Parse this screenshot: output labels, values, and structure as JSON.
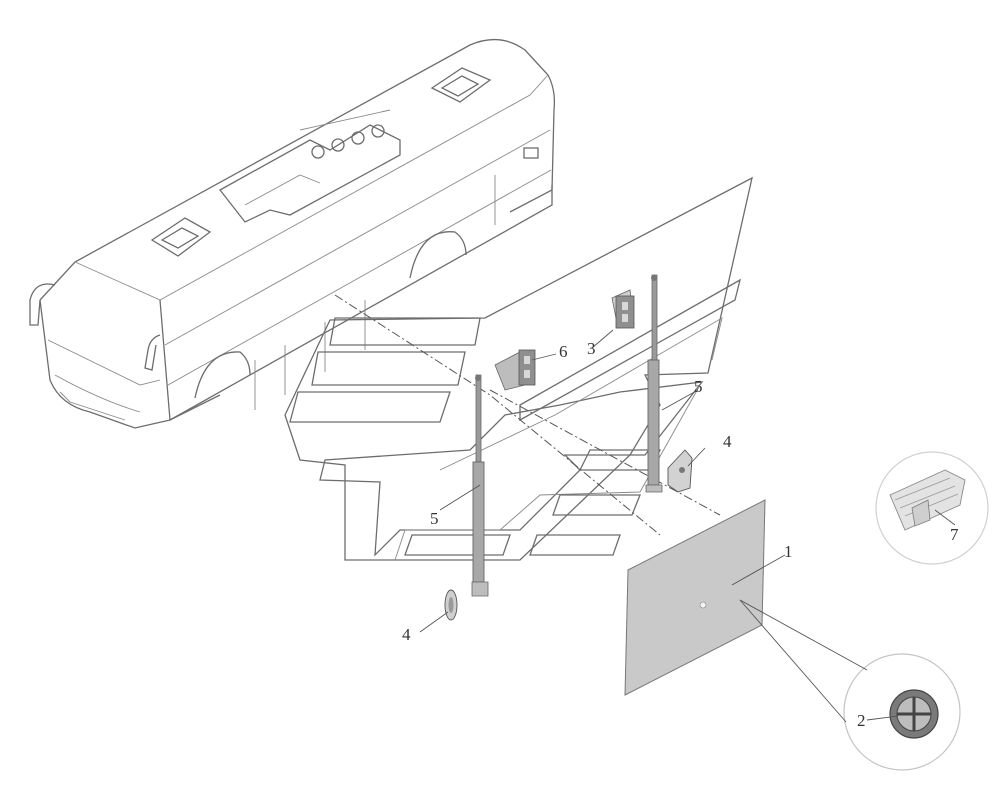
{
  "callouts": {
    "c1": "1",
    "c2": "2",
    "c3": "3",
    "c4a": "4",
    "c4b": "4",
    "c5a": "5",
    "c5b": "5",
    "c6": "6",
    "c7": "7"
  },
  "colors": {
    "line": "#6d6d6d",
    "panel_fill": "#c9c9c9",
    "strut": "#8a8a8a"
  }
}
